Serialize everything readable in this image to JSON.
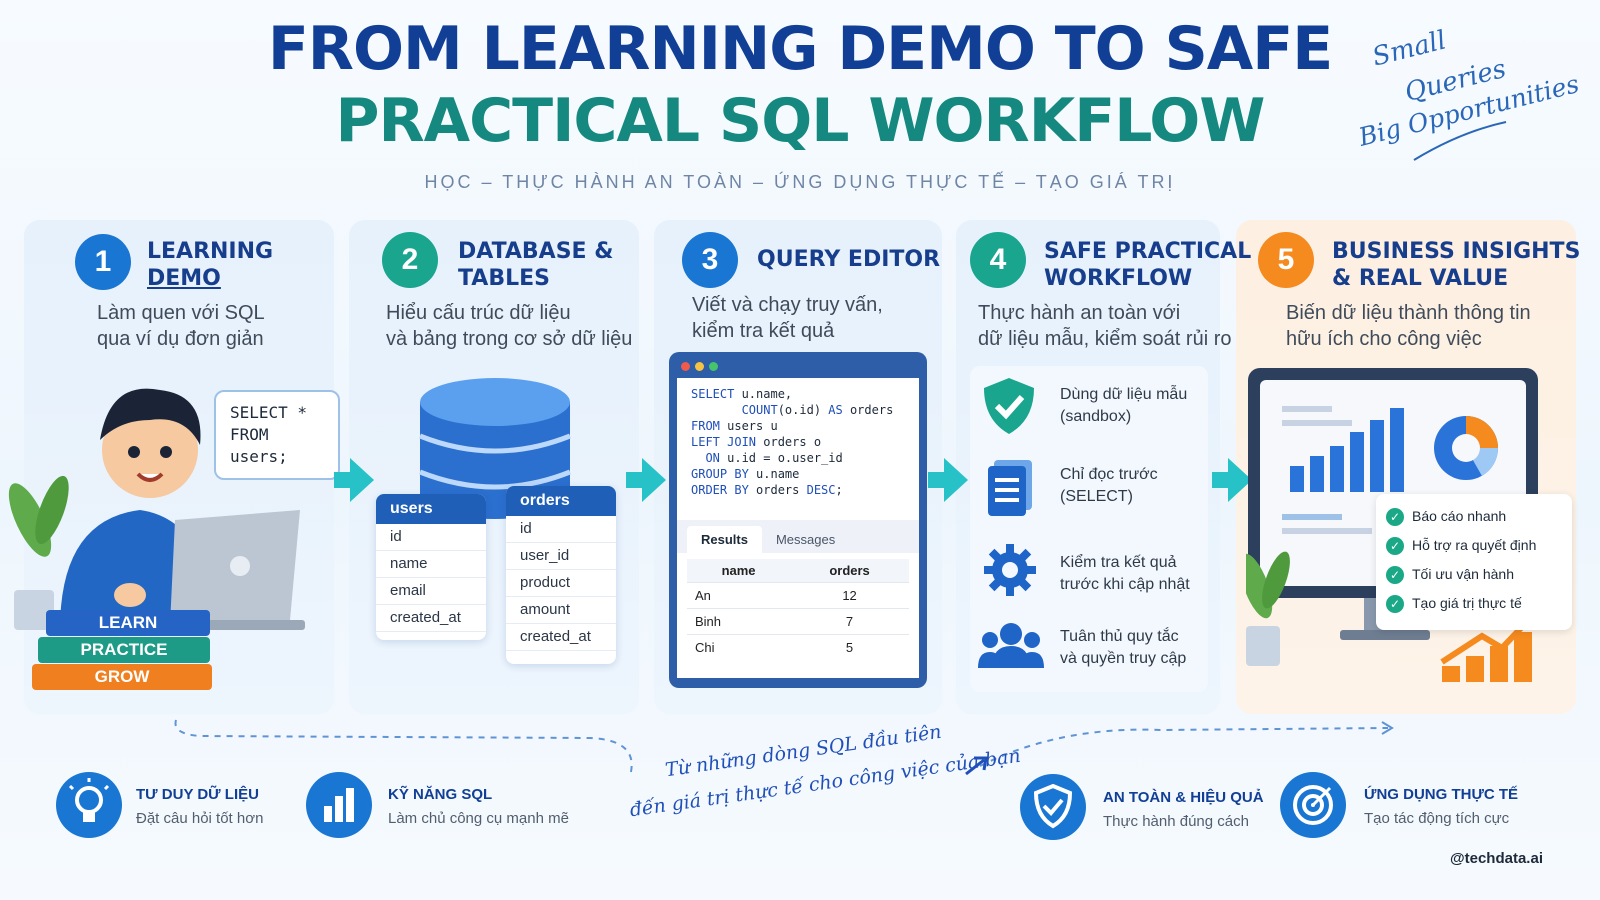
{
  "title_line1": "FROM LEARNING DEMO TO SAFE",
  "title_line2": "PRACTICAL SQL WORKFLOW",
  "subtitle": "HỌC  –  THỰC HÀNH AN TOÀN  –  ỨNG DỤNG THỰC TẾ  –  TẠO GIÁ TRỊ",
  "handwritten": {
    "l1": "Small",
    "l2": "Queries",
    "l3": "Big Opportunities"
  },
  "colors": {
    "blue": "#1976d2",
    "teal": "#1aa58f",
    "orange": "#f58a1f",
    "title_blue": "#123f96",
    "title_teal": "#15897f"
  },
  "steps": [
    {
      "num": "1",
      "title1": "LEARNING",
      "title2": "DEMO",
      "desc1": "Làm quen với SQL",
      "desc2": "qua ví dụ đơn giản"
    },
    {
      "num": "2",
      "title1": "DATABASE &",
      "title2": "TABLES",
      "desc1": "Hiểu cấu trúc dữ liệu",
      "desc2": "và bảng trong cơ sở dữ liệu"
    },
    {
      "num": "3",
      "title1": "QUERY EDITOR",
      "title2": "",
      "desc1": "Viết và chạy truy vấn,",
      "desc2": "kiểm tra kết quả"
    },
    {
      "num": "4",
      "title1": "SAFE PRACTICAL",
      "title2": "WORKFLOW",
      "desc1": "Thực hành an toàn với",
      "desc2": "dữ liệu mẫu, kiểm soát rủi ro"
    },
    {
      "num": "5",
      "title1": "BUSINESS INSIGHTS",
      "title2": "& REAL VALUE",
      "desc1": "Biến dữ liệu thành thông tin",
      "desc2": "hữu ích cho công việc"
    }
  ],
  "bubble": {
    "l1": "SELECT *",
    "l2": "FROM users;"
  },
  "books": [
    "LEARN",
    "PRACTICE",
    "GROW"
  ],
  "users_table": {
    "name": "users",
    "cols": [
      "id",
      "name",
      "email",
      "created_at"
    ]
  },
  "orders_table": {
    "name": "orders",
    "cols": [
      "id",
      "user_id",
      "product",
      "amount",
      "created_at"
    ]
  },
  "editor": {
    "tab_results": "Results",
    "tab_messages": "Messages",
    "headers": [
      "name",
      "orders"
    ],
    "rows": [
      [
        "An",
        "12"
      ],
      [
        "Binh",
        "7"
      ],
      [
        "Chi",
        "5"
      ]
    ]
  },
  "safe_items": [
    {
      "l1": "Dùng dữ liệu mẫu",
      "l2": "(sandbox)",
      "icon": "shield-check-icon"
    },
    {
      "l1": "Chỉ đọc trước",
      "l2": "(SELECT)",
      "icon": "document-icon"
    },
    {
      "l1": "Kiểm tra kết quả",
      "l2": "trước khi cập nhật",
      "icon": "gear-icon"
    },
    {
      "l1": "Tuân thủ quy tắc",
      "l2": "và quyền truy cập",
      "icon": "users-icon"
    }
  ],
  "checks": [
    "Báo cáo nhanh",
    "Hỗ trợ ra quyết định",
    "Tối ưu vận hành",
    "Tạo giá trị thực tế"
  ],
  "journey": {
    "l1": "Từ những dòng SQL đầu tiên",
    "l2": "đến giá trị thực tế cho công việc của bạn"
  },
  "bottom": [
    {
      "title": "TƯ DUY DỮ LIỆU",
      "desc": "Đặt câu hỏi tốt hơn",
      "icon": "lightbulb-icon"
    },
    {
      "title": "KỸ NĂNG SQL",
      "desc": "Làm chủ công cụ mạnh mẽ",
      "icon": "bar-chart-icon"
    },
    {
      "title": "AN TOÀN & HIỆU QUẢ",
      "desc": "Thực hành đúng cách",
      "icon": "shield-check-icon"
    },
    {
      "title": "ỨNG DỤNG THỰC TẾ",
      "desc": "Tạo tác động tích cực",
      "icon": "target-icon"
    }
  ],
  "handle": "@techdata.ai"
}
